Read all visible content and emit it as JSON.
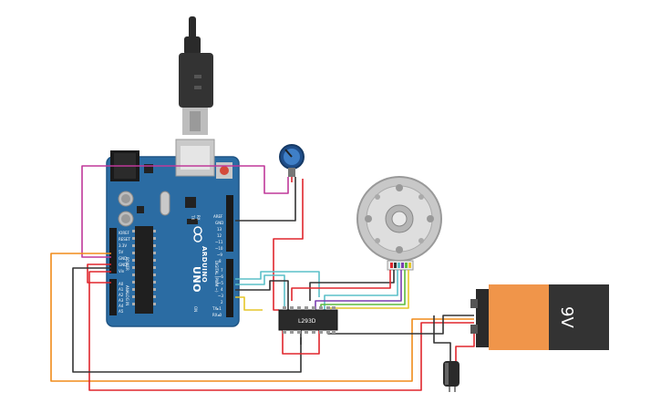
{
  "board": {
    "brand": "ARDUINO",
    "model": "UNO",
    "tx_label": "TX",
    "rx_label": "RX",
    "digital_label": "DIGITAL (PWM ~)",
    "power_label": "POWER",
    "analog_label": "ANALOG IN",
    "on_label": "ON",
    "header_top_labels": [
      "AREF",
      "GND",
      "13",
      "12",
      "~11",
      "~10",
      "~9",
      "8"
    ],
    "header_bottom_labels": [
      "7",
      "~6",
      "~5",
      "4",
      "~3",
      "2",
      "TX▸1",
      "RX◂0"
    ],
    "power_pins": [
      "IOREF",
      "RESET",
      "3.3V",
      "5V",
      "GND",
      "GND",
      "Vin"
    ],
    "analog_pins": [
      "A0",
      "A1",
      "A2",
      "A3",
      "A4",
      "A5"
    ]
  },
  "driver_chip": {
    "label": "L293D"
  },
  "battery": {
    "label": "9V"
  },
  "colors": {
    "board": "#2b6ca3",
    "board_edge": "#1f5585",
    "wire_red": "#e0262d",
    "wire_black": "#333333",
    "wire_orange": "#f08c1a",
    "wire_magenta": "#c0399a",
    "wire_cyan": "#5bc0c8",
    "wire_purple": "#7b3fb0",
    "wire_green": "#5dbb3f",
    "wire_yellow": "#e6c62a",
    "battery_orange": "#f0954a",
    "battery_dark": "#333333"
  }
}
